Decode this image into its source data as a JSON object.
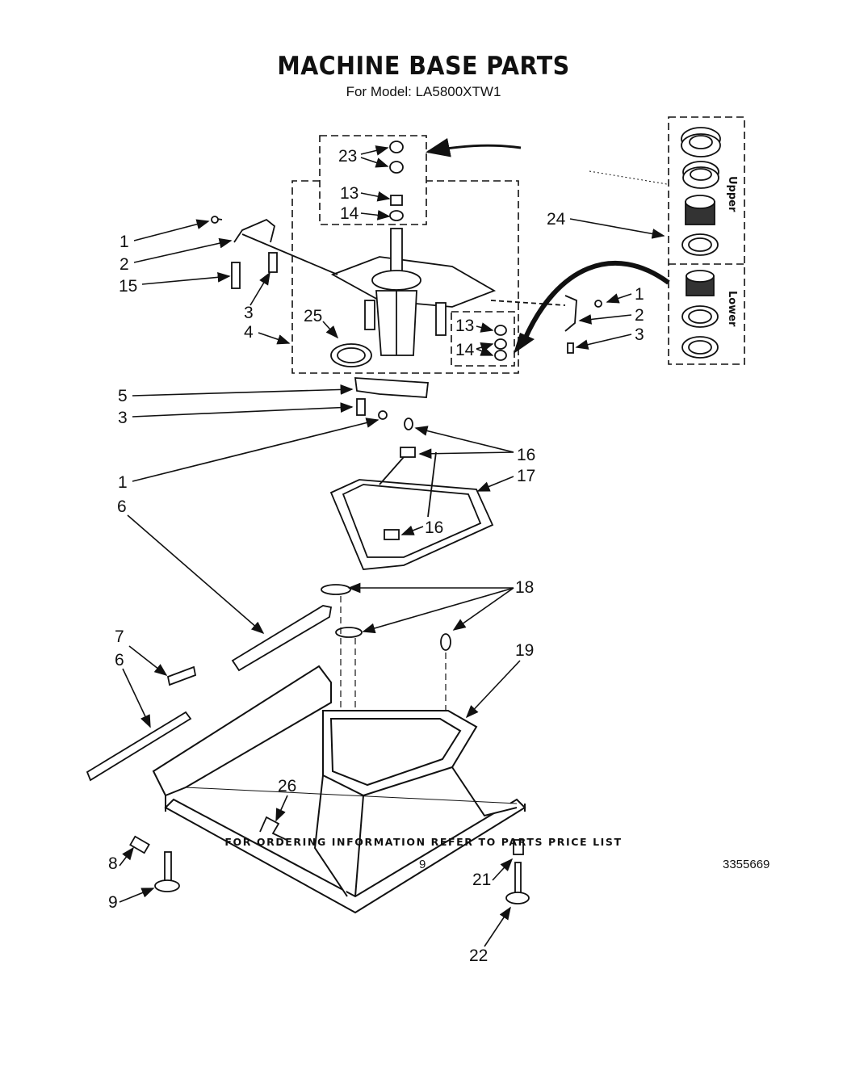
{
  "title": "MACHINE BASE PARTS",
  "subtitle": "For Model: LA5800XTW1",
  "footer": "FOR ORDERING INFORMATION REFER TO PARTS PRICE LIST",
  "page_number": "9",
  "document_number": "3355669",
  "bearing_box": {
    "upper_label": "Upper",
    "lower_label": "Lower"
  },
  "callouts": [
    {
      "id": "c1a",
      "text": "1"
    },
    {
      "id": "c2a",
      "text": "2"
    },
    {
      "id": "c15",
      "text": "15"
    },
    {
      "id": "c3a",
      "text": "3"
    },
    {
      "id": "c4",
      "text": "4"
    },
    {
      "id": "c25",
      "text": "25"
    },
    {
      "id": "c23",
      "text": "23"
    },
    {
      "id": "c13a",
      "text": "13"
    },
    {
      "id": "c14a",
      "text": "14"
    },
    {
      "id": "c24",
      "text": "24"
    },
    {
      "id": "c1b",
      "text": "1"
    },
    {
      "id": "c2b",
      "text": "2"
    },
    {
      "id": "c3b",
      "text": "3"
    },
    {
      "id": "c13b",
      "text": "13"
    },
    {
      "id": "c14b",
      "text": "14"
    },
    {
      "id": "c5",
      "text": "5"
    },
    {
      "id": "c3c",
      "text": "3"
    },
    {
      "id": "c1c",
      "text": "1"
    },
    {
      "id": "c16a",
      "text": "16"
    },
    {
      "id": "c17",
      "text": "17"
    },
    {
      "id": "c16b",
      "text": "16"
    },
    {
      "id": "c6a",
      "text": "6"
    },
    {
      "id": "c18",
      "text": "18"
    },
    {
      "id": "c7",
      "text": "7"
    },
    {
      "id": "c6b",
      "text": "6"
    },
    {
      "id": "c19",
      "text": "19"
    },
    {
      "id": "c26",
      "text": "26"
    },
    {
      "id": "c8",
      "text": "8"
    },
    {
      "id": "c9",
      "text": "9"
    },
    {
      "id": "c21",
      "text": "21"
    },
    {
      "id": "c22",
      "text": "22"
    }
  ]
}
